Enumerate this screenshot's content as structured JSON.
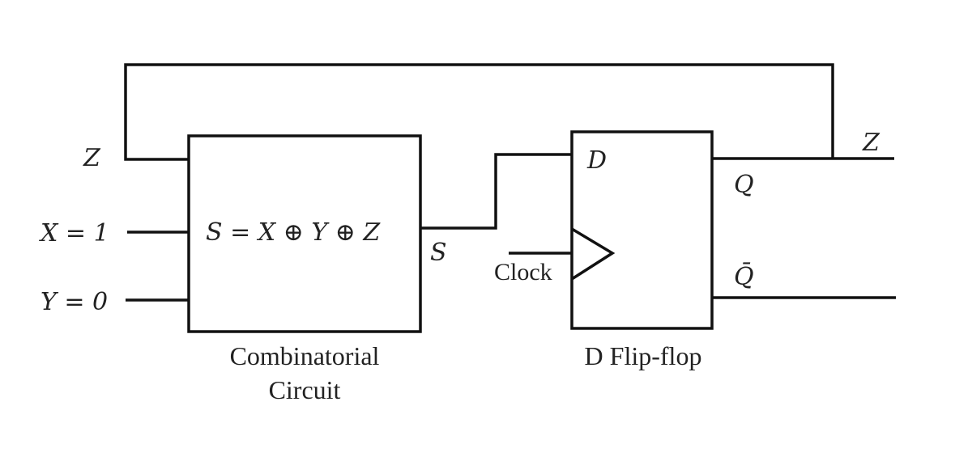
{
  "inputs": {
    "z_label": "Z",
    "x_label": "X = 1",
    "y_label": "Y = 0"
  },
  "combinational": {
    "equation": "S = X ⊕ Y ⊕ Z",
    "output_label": "S",
    "caption_line1": "Combinatorial",
    "caption_line2": "Circuit"
  },
  "flipflop": {
    "d_label": "D",
    "q_label": "Q",
    "qbar_label": "Q̄",
    "clock_label": "Clock",
    "caption": "D Flip-flop"
  },
  "outputs": {
    "z_label": "Z"
  }
}
